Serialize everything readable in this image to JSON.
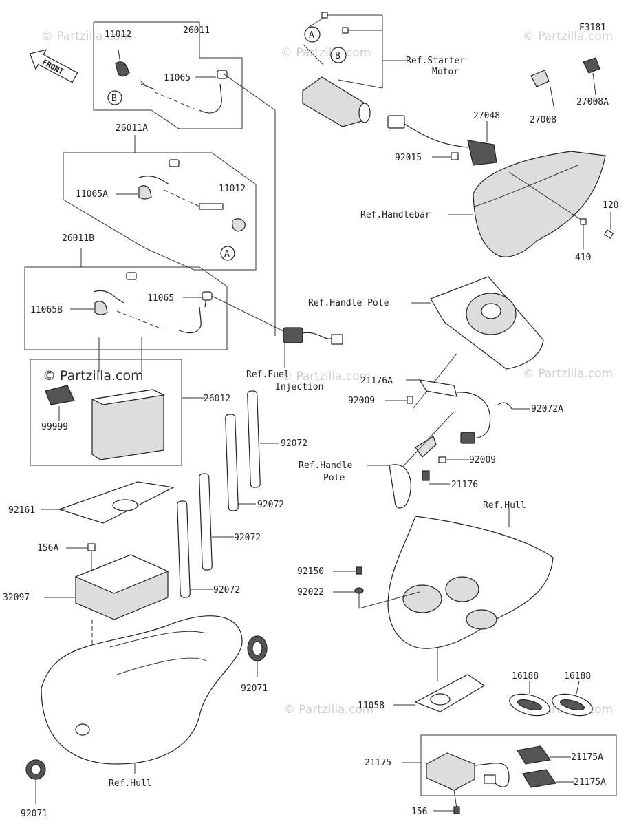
{
  "figure_code": "F3181",
  "front_label": "FRONT",
  "watermark": "© Partzilla.com",
  "callouts": {
    "A": "A",
    "B": "B"
  },
  "parts": {
    "p11012_top": "11012",
    "p26011": "26011",
    "p11065_top": "11065",
    "p26011A": "26011A",
    "p11065A": "11065A",
    "p11012_mid": "11012",
    "p26011B": "26011B",
    "p11065_mid": "11065",
    "p11065B": "11065B",
    "p26012": "26012",
    "p99999": "99999",
    "p92072_a": "92072",
    "p92072_b": "92072",
    "p92072_c": "92072",
    "p92072_d": "92072",
    "p92161": "92161",
    "p156A": "156A",
    "p32097": "32097",
    "p92071_a": "92071",
    "p92071_b": "92071",
    "p27048": "27048",
    "p27008": "27008",
    "p27008A": "27008A",
    "p92015": "92015",
    "p120": "120",
    "p410": "410",
    "p21176A": "21176A",
    "p92009_a": "92009",
    "p92072A": "92072A",
    "p92009_b": "92009",
    "p21176": "21176",
    "p92150": "92150",
    "p92022": "92022",
    "p11058": "11058",
    "p16188_a": "16188",
    "p16188_b": "16188",
    "p21175": "21175",
    "p21175A_a": "21175A",
    "p21175A_b": "21175A",
    "p156": "156"
  },
  "refs": {
    "starter_1": "Ref.Starter",
    "starter_2": "Motor",
    "handlebar": "Ref.Handlebar",
    "fuel_1": "Ref.Fuel",
    "fuel_2": "Injection",
    "handle_pole_top": "Ref.Handle Pole",
    "handle_pole_1": "Ref.Handle",
    "handle_pole_2": "Pole",
    "hull_right": "Ref.Hull",
    "hull_left": "Ref.Hull"
  }
}
